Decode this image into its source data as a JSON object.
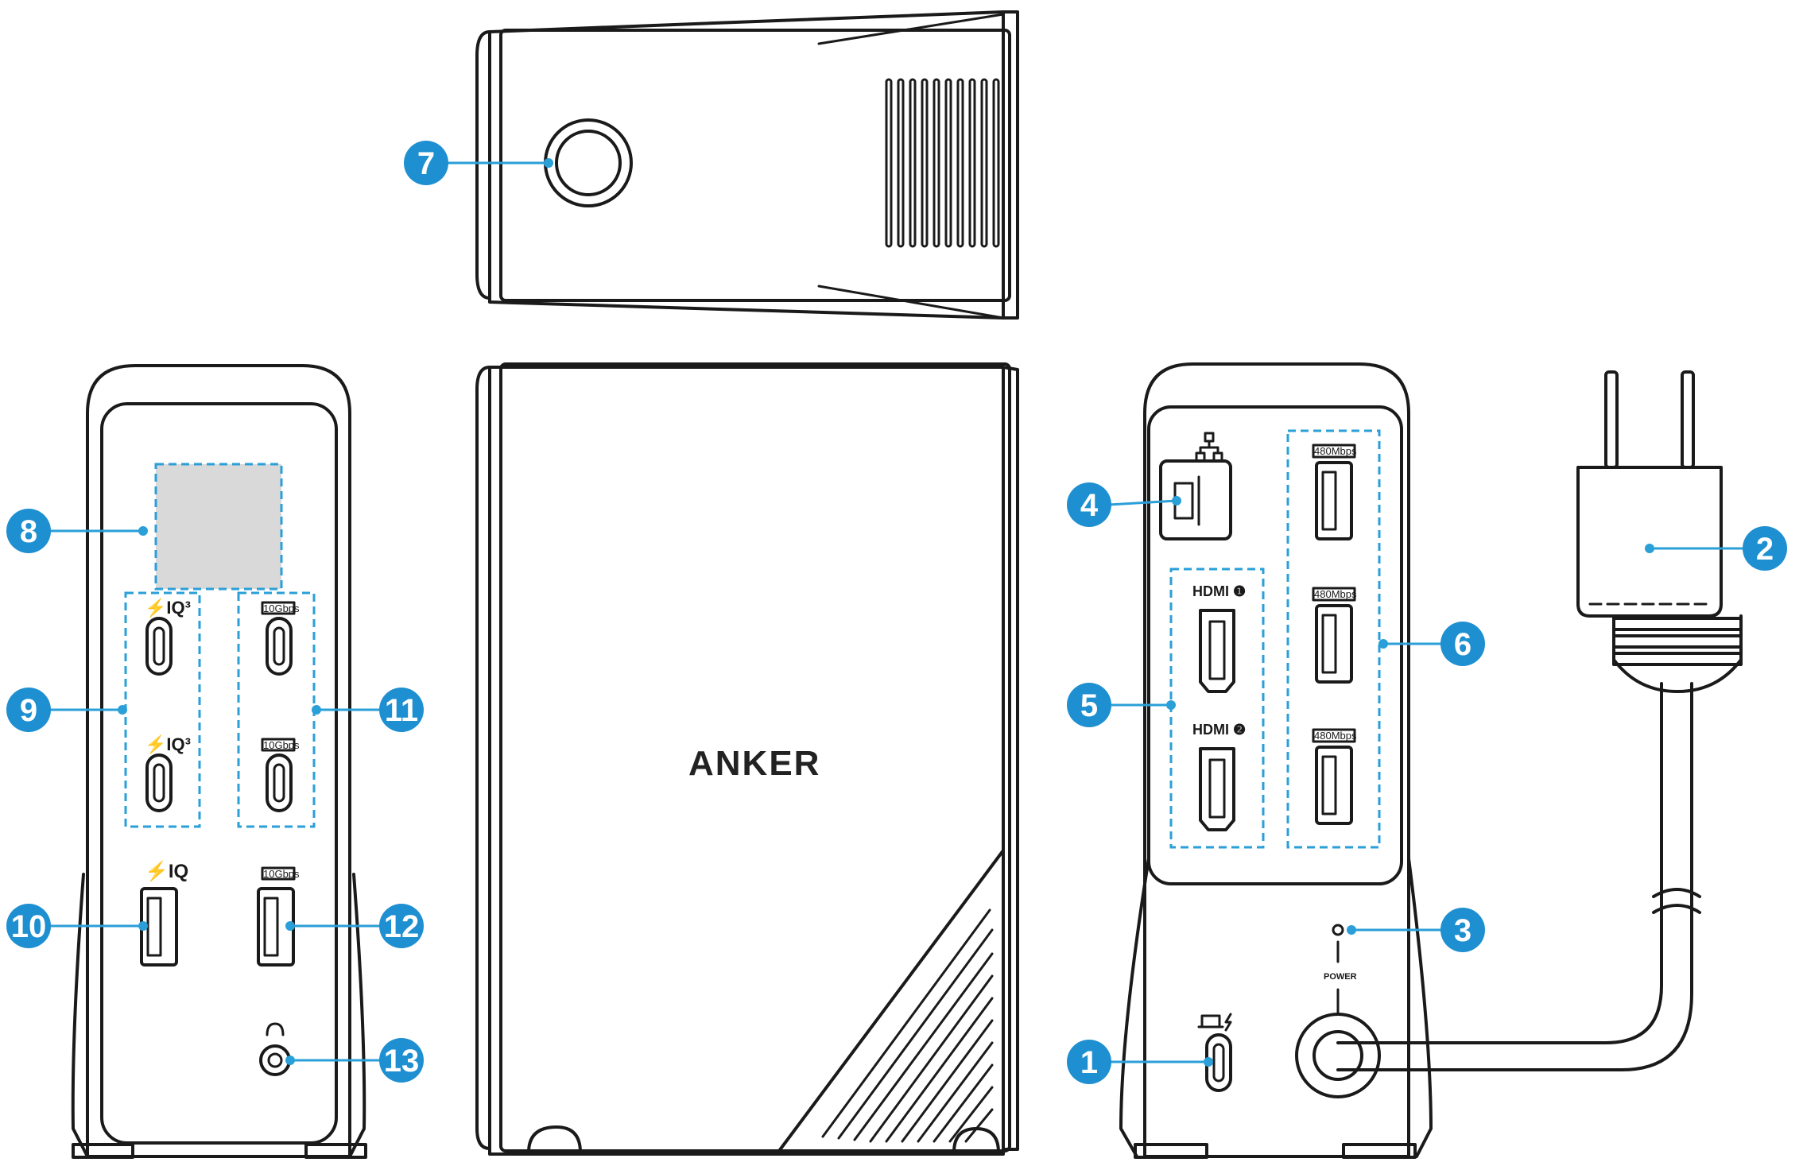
{
  "brand": "ANKER",
  "port_labels": {
    "iq3_a": "⚡IQ³",
    "iq3_b": "⚡IQ³",
    "iq": "⚡IQ",
    "gbps_a": "10Gbps",
    "gbps_b": "10Gbps",
    "gbps_c": "10Gbps",
    "hdmi1": "HDMI ❶",
    "hdmi2": "HDMI ❷",
    "mbps_a": "480Mbps",
    "mbps_b": "480Mbps",
    "mbps_c": "480Mbps",
    "power": "POWER"
  },
  "callouts": {
    "c1": "1",
    "c2": "2",
    "c3": "3",
    "c4": "4",
    "c5": "5",
    "c6": "6",
    "c7": "7",
    "c8": "8",
    "c9": "9",
    "c10": "10",
    "c11": "11",
    "c12": "12",
    "c13": "13"
  },
  "colors": {
    "accent": "#1e8fd0",
    "outline": "#1a1a1a",
    "display": "#d9d9d9"
  }
}
